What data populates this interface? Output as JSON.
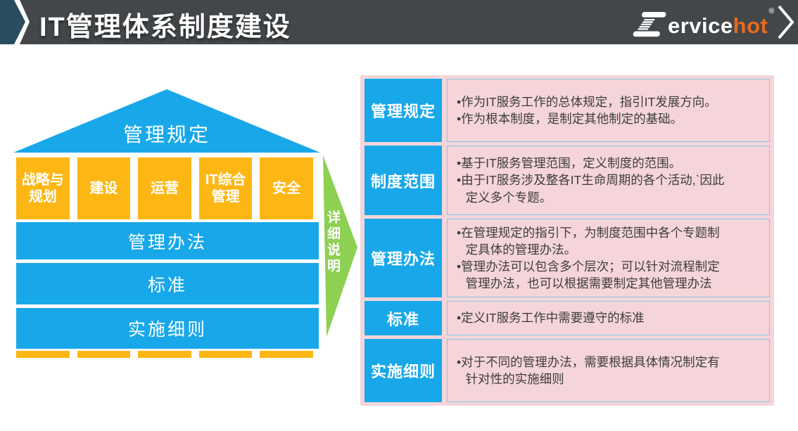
{
  "header": {
    "title": "IT管理体系制度建设",
    "logo": {
      "text_white": "ervice",
      "text_orange": "hot",
      "trademark": "®"
    }
  },
  "diagram": {
    "roof_label": "管理规定",
    "pillars": [
      "战略与规划",
      "建设",
      "运营",
      "IT综合管理",
      "安全"
    ],
    "layers": [
      "管理办法",
      "标准",
      "实施细则"
    ],
    "arrow_label": "详细说明"
  },
  "table": {
    "rows": [
      {
        "label": "管理规定",
        "bullets": [
          "作为IT服务工作的总体规定，指引IT发展方向。",
          "作为根本制度，是制定其他制定的基础。"
        ]
      },
      {
        "label": "制度范围",
        "bullets": [
          "基于IT服务管理范围，定义制度的范围。",
          "由于IT服务涉及整各IT生命周期的各个活动,`因此定义多个专题。"
        ]
      },
      {
        "label": "管理办法",
        "bullets": [
          "在管理规定的指引下，为制度范围中各个专题制定具体的管理办法。",
          "管理办法可以包含多个层次；可以针对流程制定管理办法，也可以根据需要制定其他管理办法"
        ]
      },
      {
        "label": "标准",
        "bullets": [
          "定义IT服务工作中需要遵守的标准"
        ]
      },
      {
        "label": "实施细则",
        "bullets": [
          "对于不同的管理办法，需要根据具体情况制定有针对性的实施细则"
        ]
      }
    ]
  },
  "colors": {
    "blue": "#18a8ea",
    "orange": "#fdb714",
    "green": "#8ed052",
    "pink_panel": "#f5d5d9",
    "desc_border": "#85c6ea",
    "header_gray": "#43474a",
    "accent_teal": "#2a4c5f",
    "logo_orange": "#e9691e",
    "body_text": "#3d3d3d"
  }
}
